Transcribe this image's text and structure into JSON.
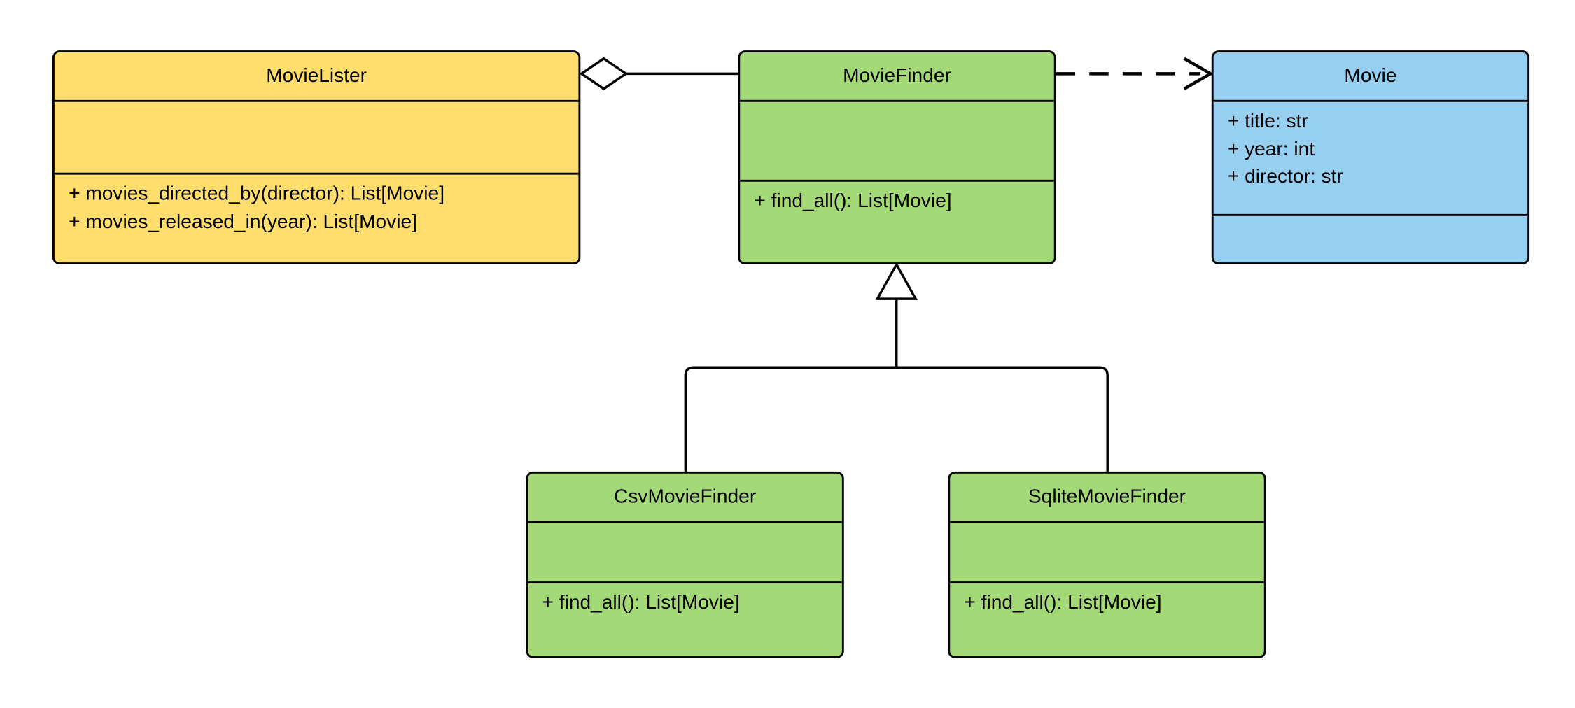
{
  "diagram": {
    "title": "MovieLister dependency-injection UML class diagram",
    "type": "uml-class-diagram",
    "background_color": "#ffffff",
    "stroke_color": "#000000",
    "palette": {
      "yellow": "#ffde6e",
      "green": "#a4d977",
      "blue": "#97cff0"
    }
  },
  "classes": [
    {
      "id": "movie-lister",
      "name": "MovieLister",
      "color": "#ffde6e",
      "theme": "yellow",
      "attributes": [],
      "methods": [
        "+ movies_directed_by(director): List[Movie]",
        "+ movies_released_in(year): List[Movie]"
      ]
    },
    {
      "id": "movie-finder",
      "name": "MovieFinder",
      "color": "#a4d977",
      "theme": "green",
      "attributes": [],
      "methods": [
        "+ find_all(): List[Movie]"
      ]
    },
    {
      "id": "movie",
      "name": "Movie",
      "color": "#97cff0",
      "theme": "blue",
      "attributes": [
        "+ title: str",
        "+ year: int",
        "+ director: str"
      ],
      "methods": []
    },
    {
      "id": "csv-movie-finder",
      "name": "CsvMovieFinder",
      "color": "#a4d977",
      "theme": "green",
      "attributes": [],
      "methods": [
        "+ find_all(): List[Movie]"
      ]
    },
    {
      "id": "sqlite-movie-finder",
      "name": "SqliteMovieFinder",
      "color": "#a4d977",
      "theme": "green",
      "attributes": [],
      "methods": [
        "+ find_all(): List[Movie]"
      ]
    }
  ],
  "relationships": [
    {
      "id": "lister-aggregates-finder",
      "kind": "aggregation",
      "marker": "hollow-diamond",
      "line": "solid",
      "source": "MovieLister",
      "target": "MovieFinder"
    },
    {
      "id": "finder-depends-on-movie",
      "kind": "dependency",
      "marker": "open-arrow",
      "line": "dashed",
      "source": "MovieFinder",
      "target": "Movie"
    },
    {
      "id": "csv-inherits-finder",
      "kind": "generalization",
      "marker": "hollow-triangle",
      "line": "solid",
      "source": "CsvMovieFinder",
      "target": "MovieFinder"
    },
    {
      "id": "sqlite-inherits-finder",
      "kind": "generalization",
      "marker": "hollow-triangle",
      "line": "solid",
      "source": "SqliteMovieFinder",
      "target": "MovieFinder"
    }
  ]
}
